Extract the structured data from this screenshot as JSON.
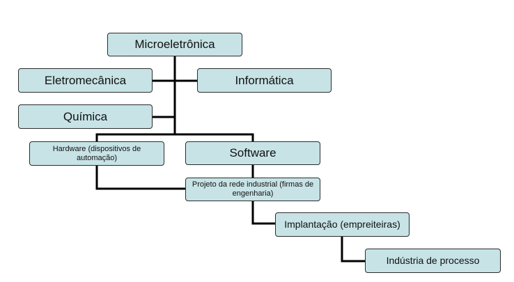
{
  "diagram": {
    "box_color": "#c7e3e6",
    "line_color": "#000000",
    "nodes": {
      "microeletronica": "Microeletrônica",
      "eletromecanica": "Eletromecânica",
      "informatica": "Informática",
      "quimica": "Química",
      "hardware": "Hardware (dispositivos de automação)",
      "software": "Software",
      "projeto": "Projeto da rede industrial (firmas de engenharia)",
      "implantacao": "Implantação (empreiteiras)",
      "industria": "Indústria de processo"
    }
  }
}
